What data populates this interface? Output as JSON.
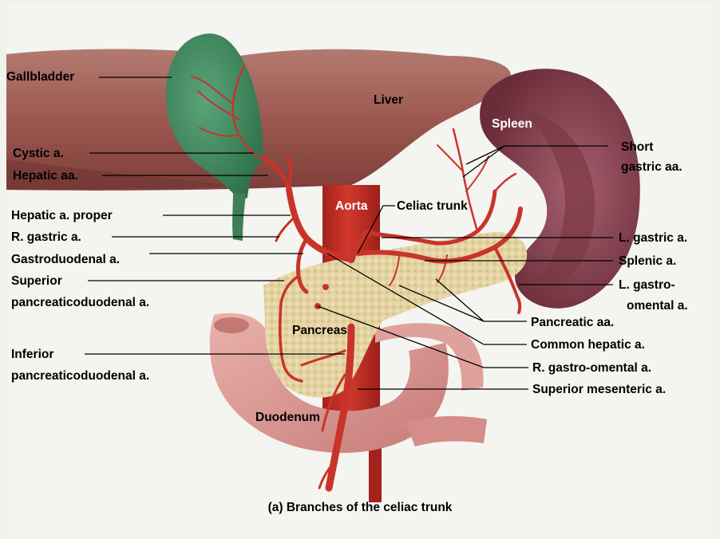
{
  "labels": {
    "gallbladder": "Gallbladder",
    "liver": "Liver",
    "spleen": "Spleen",
    "cystic": "Cystic a.",
    "hepatic_aa": "Hepatic aa.",
    "short_gastric_1": "Short",
    "short_gastric_2": "gastric aa.",
    "hepatic_proper": "Hepatic a. proper",
    "aorta": "Aorta",
    "celiac_trunk": "Celiac trunk",
    "r_gastric": "R. gastric a.",
    "l_gastric": "L. gastric a.",
    "gastroduodenal": "Gastroduodenal a.",
    "splenic": "Splenic a.",
    "superior_pd_1": "Superior",
    "superior_pd_2": "pancreaticoduodenal a.",
    "l_gastro_omental_1": "L. gastro-",
    "l_gastro_omental_2": "omental a.",
    "pancreatic_aa": "Pancreatic aa.",
    "pancreas": "Pancreas",
    "inferior_pd_1": "Inferior",
    "inferior_pd_2": "pancreaticoduodenal a.",
    "common_hepatic": "Common hepatic a.",
    "r_gastro_omental": "R. gastro-omental a.",
    "superior_mesenteric": "Superior mesenteric a.",
    "duodenum": "Duodenum"
  },
  "caption": "(a) Branches of the celiac trunk",
  "colors": {
    "liver": "#9e5a52",
    "gallbladder": "#3f8a5f",
    "spleen": "#8a4450",
    "artery": "#c8342a",
    "pancreas": "#e2cf9a",
    "duodenum": "#d99590"
  }
}
